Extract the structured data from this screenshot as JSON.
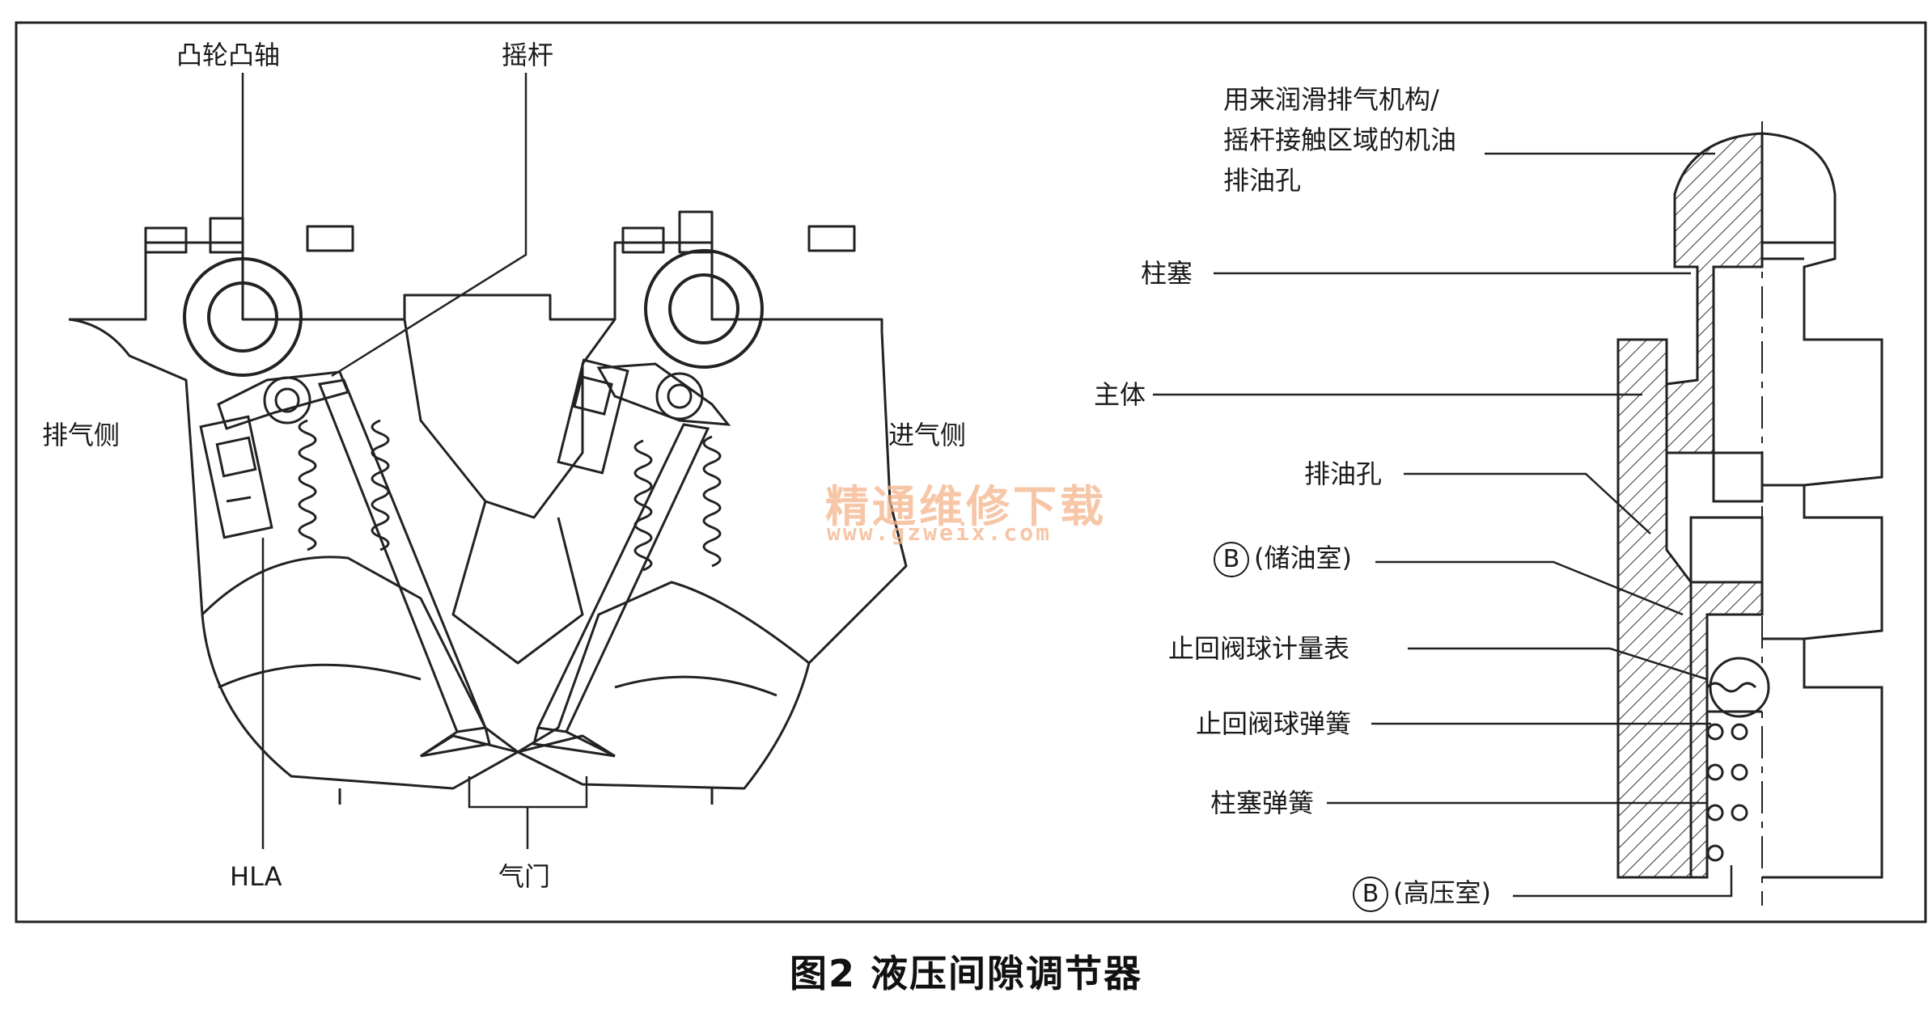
{
  "figure": {
    "caption": "图2 液压间隙调节器",
    "watermark_cn": "精通维修下载",
    "watermark_url": "www.gzweix.com"
  },
  "left_labels": {
    "camshaft": "凸轮凸轴",
    "rocker": "摇杆",
    "exhaust_side": "排气侧",
    "intake_side": "进气侧",
    "hla": "HLA",
    "valve": "气门"
  },
  "right_labels": {
    "oil_hole_line1": "用来润滑排气机构/",
    "oil_hole_line2": "摇杆接触区域的机油",
    "oil_hole_line3": "排油孔",
    "plunger": "柱塞",
    "body": "主体",
    "drain_hole": "排油孔",
    "b_symbol": "B",
    "reservoir": "(储油室)",
    "check_ball_meter": "止回阀球计量表",
    "check_ball_spring": "止回阀球弹簧",
    "plunger_spring": "柱塞弹簧",
    "b_symbol_2": "B",
    "high_pressure": "(高压室)"
  }
}
